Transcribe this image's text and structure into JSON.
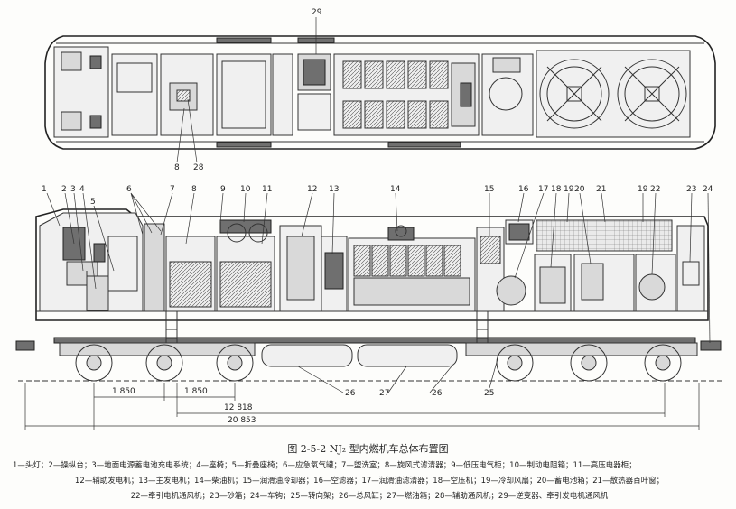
{
  "figure": {
    "caption": "图 2-5-2   NJ₂ 型内燃机车总体布置图"
  },
  "callouts": {
    "top": [
      {
        "num": "29"
      },
      {
        "num": "8"
      },
      {
        "num": "28"
      }
    ],
    "side": [
      {
        "num": "1"
      },
      {
        "num": "2"
      },
      {
        "num": "3"
      },
      {
        "num": "4"
      },
      {
        "num": "5"
      },
      {
        "num": "6"
      },
      {
        "num": "7"
      },
      {
        "num": "8"
      },
      {
        "num": "9"
      },
      {
        "num": "10"
      },
      {
        "num": "11"
      },
      {
        "num": "12"
      },
      {
        "num": "13"
      },
      {
        "num": "14"
      },
      {
        "num": "15"
      },
      {
        "num": "16"
      },
      {
        "num": "17"
      },
      {
        "num": "18"
      },
      {
        "num": "19"
      },
      {
        "num": "20"
      },
      {
        "num": "21"
      },
      {
        "num": "19"
      },
      {
        "num": "22"
      },
      {
        "num": "23"
      },
      {
        "num": "24"
      }
    ],
    "bottom": [
      {
        "num": "26"
      },
      {
        "num": "27"
      },
      {
        "num": "26"
      },
      {
        "num": "25"
      }
    ]
  },
  "dimensions": {
    "axle1": "1 850",
    "axle2": "1 850",
    "bogie_centers": "12 818",
    "overall": "20 853"
  },
  "legend": {
    "line1": "1—头灯；2—操纵台；3—地面电源蓄电池充电系统；4—座椅；5—折叠座椅；6—应急氧气罐；7—盥洗室；8—旋风式滤清器；9—低压电气柜；10—制动电阻箱；11—高压电器柜；",
    "line2": "12—辅助发电机；13—主发电机；14—柴油机；15—润滑油冷却器；16—空滤器；17—润滑油滤清器；18—空压机；19—冷却风扇；20—蓄电池箱；21—散热器百叶窗；",
    "line3": "22—牵引电机通风机；23—砂箱；24—车钩；25—转向架；26—总风缸；27—燃油箱；28—辅助通风机；29—逆变器、牵引发电机通风机"
  }
}
